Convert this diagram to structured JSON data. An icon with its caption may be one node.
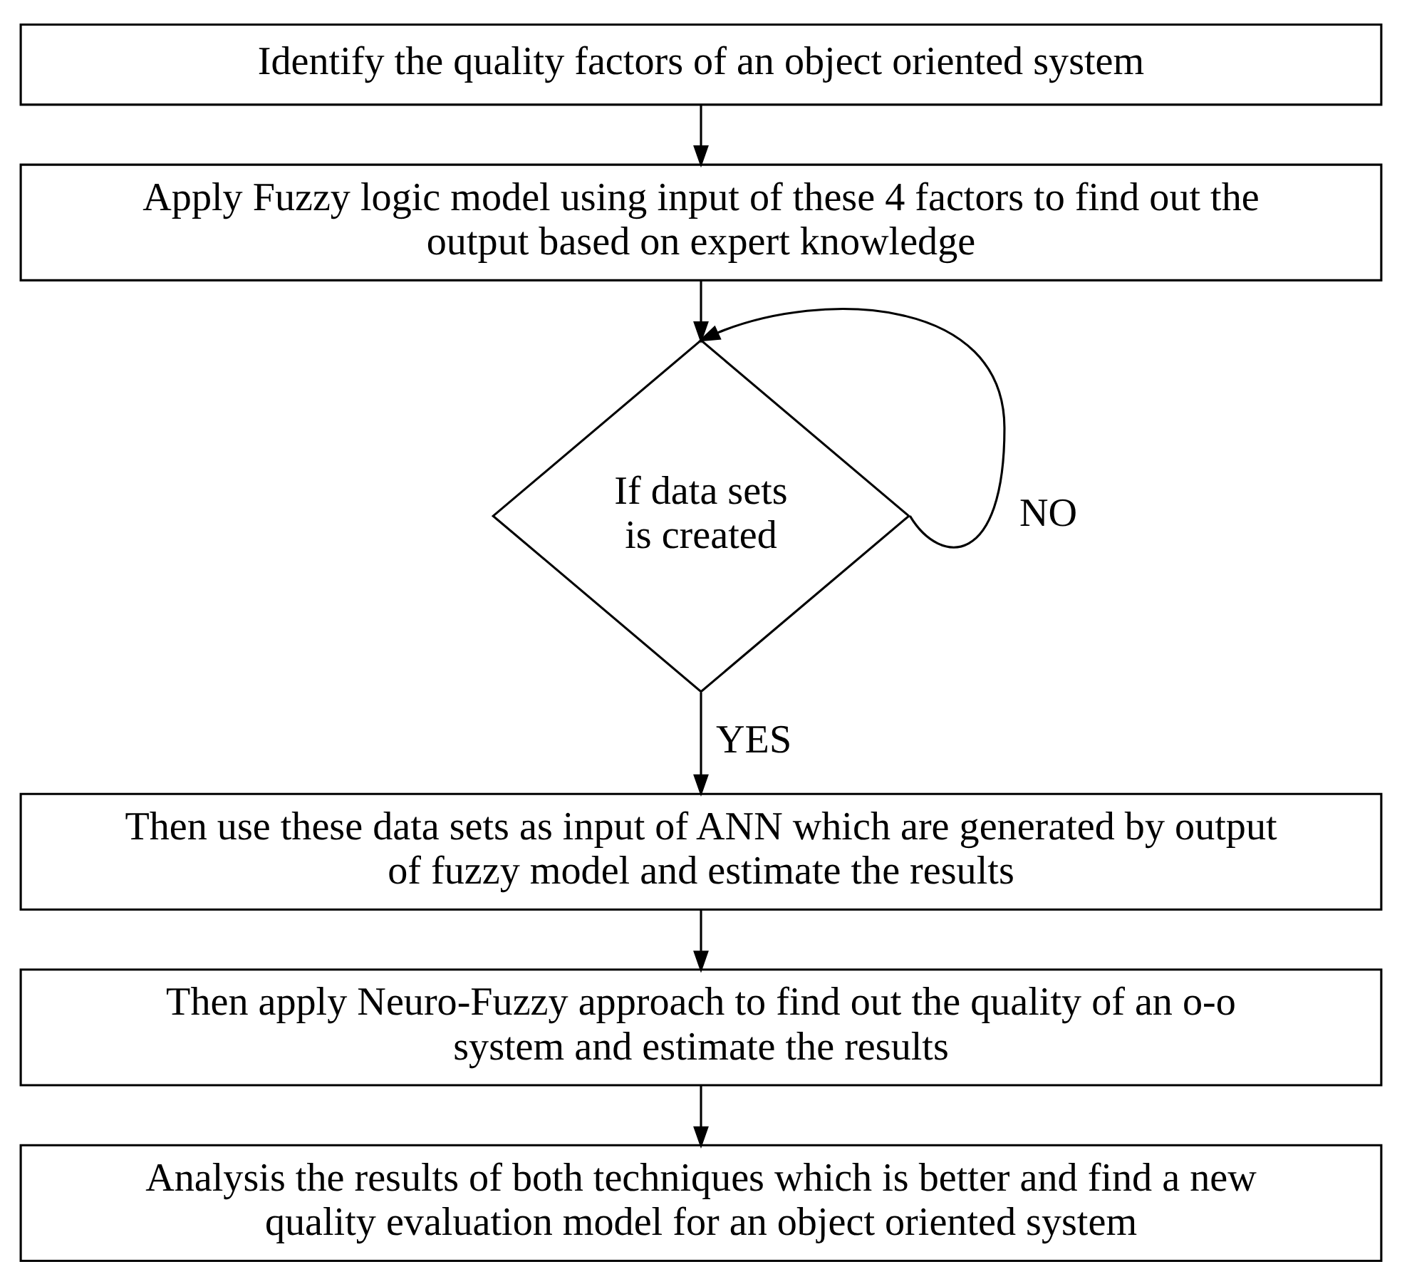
{
  "diagram": {
    "nodes": [
      {
        "text": [
          "Identify the quality factors of an object oriented system"
        ]
      },
      {
        "text": [
          "Apply Fuzzy logic model using input of these 4 factors to find out the output based on expert knowledge"
        ]
      },
      {
        "text": [
          "If data sets is created"
        ]
      },
      {
        "text": [
          "Then use these data sets as input of ANN which are generated by output of fuzzy model and estimate the results"
        ]
      },
      {
        "text": [
          "Then apply Neuro-Fuzzy approach to find out the quality of an o-o system and estimate the results"
        ]
      },
      {
        "text": [
          "Analysis the results of both techniques which is better and find a new quality evaluation model for an object oriented system"
        ]
      }
    ],
    "edges": [
      {
        "from": 0,
        "to": 1,
        "arrow": "to"
      },
      {
        "from": 1,
        "to": 2,
        "arrow": "to"
      },
      {
        "from": 2,
        "to": 2,
        "arrow": "to",
        "label": "NO"
      },
      {
        "from": 2,
        "to": 3,
        "arrow": "to",
        "label": "YES"
      },
      {
        "from": 3,
        "to": 4,
        "arrow": "to"
      },
      {
        "from": 4,
        "to": 5,
        "arrow": "to"
      }
    ]
  }
}
